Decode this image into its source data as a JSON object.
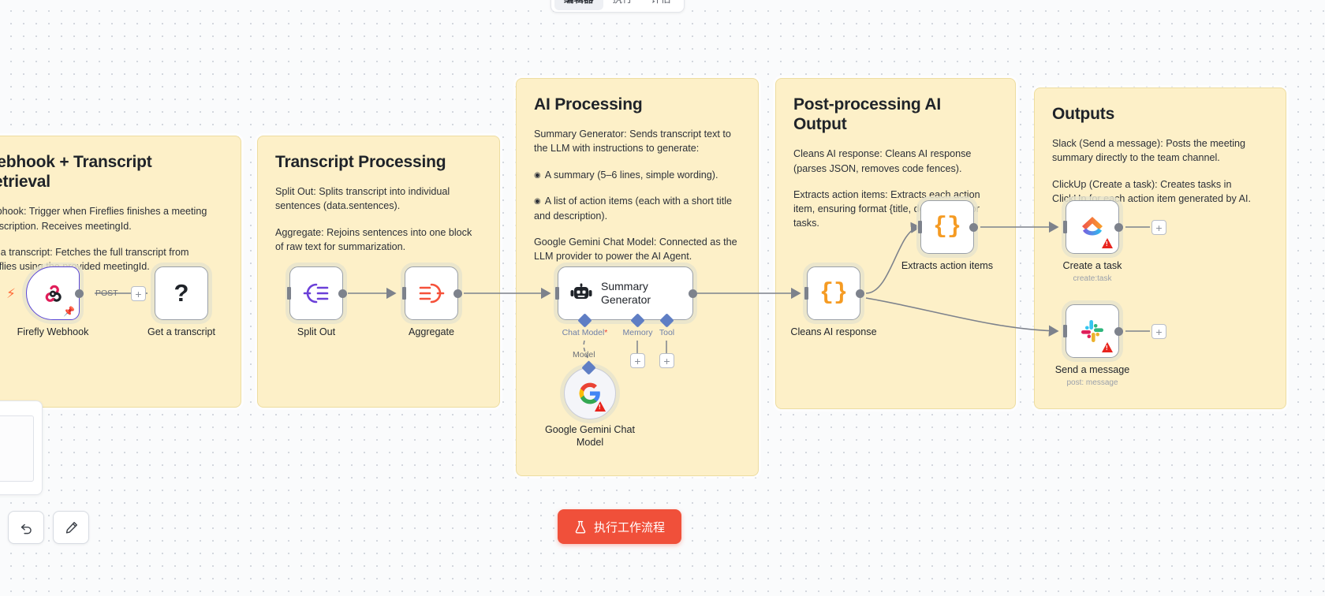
{
  "topbar": {
    "tabs": [
      {
        "label": "编辑器",
        "active": true
      },
      {
        "label": "执行",
        "active": false
      },
      {
        "label": "评估",
        "active": false
      }
    ]
  },
  "sticky_notes": [
    {
      "id": "webhook-transcript-retrieval",
      "title": "Webhook + Transcript Retrieval",
      "paragraphs": [
        "Webhook: Trigger when Fireflies finishes a meeting transcription. Receives meetingId.",
        "Get a transcript: Fetches the full transcript from Fireflies using the provided meetingId."
      ]
    },
    {
      "id": "transcript-processing",
      "title": "Transcript Processing",
      "paragraphs": [
        "Split Out: Splits transcript into individual sentences (data.sentences).",
        "Aggregate: Rejoins sentences into one block of raw text for summarization."
      ]
    },
    {
      "id": "ai-processing",
      "title": "AI Processing",
      "paragraphs": [
        "Summary Generator: Sends transcript text to the LLM with instructions to generate:"
      ],
      "bullets": [
        "A summary (5–6 lines, simple wording).",
        "A list of action items (each with a short title and description)."
      ],
      "footer": "Google Gemini Chat Model: Connected as the LLM provider to power the AI Agent."
    },
    {
      "id": "post-processing-ai-output",
      "title": "Post-processing AI Output",
      "paragraphs": [
        "Cleans AI response: Cleans AI response (parses JSON, removes code fences).",
        "Extracts action items: Extracts each action item, ensuring format {title, description} for tasks."
      ]
    },
    {
      "id": "outputs",
      "title": "Outputs",
      "paragraphs": [
        "Slack (Send a message): Posts the meeting summary directly to the team channel.",
        "ClickUp (Create a task): Creates tasks in ClickUp for each action item generated by AI."
      ]
    }
  ],
  "nodes": [
    {
      "id": "firefly-webhook",
      "label": "Firefly Webhook",
      "subtitle": "",
      "icon": "fireflies-webhook-icon"
    },
    {
      "id": "get-a-transcript",
      "label": "Get a transcript",
      "subtitle": "",
      "icon": "question-mark-icon"
    },
    {
      "id": "split-out",
      "label": "Split Out",
      "subtitle": "",
      "icon": "split-out-icon"
    },
    {
      "id": "aggregate",
      "label": "Aggregate",
      "subtitle": "",
      "icon": "aggregate-icon"
    },
    {
      "id": "summary-generator",
      "label": "Summary Generator",
      "subtitle": "",
      "icon": "ai-agent-robot-icon"
    },
    {
      "id": "google-gemini-chat-model",
      "label": "Google Gemini Chat Model",
      "subtitle": "",
      "icon": "google-icon"
    },
    {
      "id": "cleans-ai-response",
      "label": "Cleans AI response",
      "subtitle": "",
      "icon": "code-braces-icon"
    },
    {
      "id": "extracts-action-items",
      "label": "Extracts action items",
      "subtitle": "",
      "icon": "code-braces-icon"
    },
    {
      "id": "create-a-task",
      "label": "Create a task",
      "subtitle": "create:task",
      "icon": "clickup-icon"
    },
    {
      "id": "send-a-message",
      "label": "Send a message",
      "subtitle": "post: message",
      "icon": "slack-icon"
    }
  ],
  "agent_ports": [
    {
      "label": "Chat Model",
      "required": true
    },
    {
      "label": "Memory",
      "required": false
    },
    {
      "label": "Tool",
      "required": false
    }
  ],
  "edge_labels": {
    "webhook_method": "POST",
    "model_link": "Model"
  },
  "execute_button": {
    "label": "执行工作流程",
    "icon": "flask-icon",
    "color": "#f0503a"
  },
  "canvas_controls": [
    {
      "id": "undo",
      "icon": "undo-icon"
    },
    {
      "id": "tidy-up",
      "icon": "tidy-up-icon"
    }
  ]
}
